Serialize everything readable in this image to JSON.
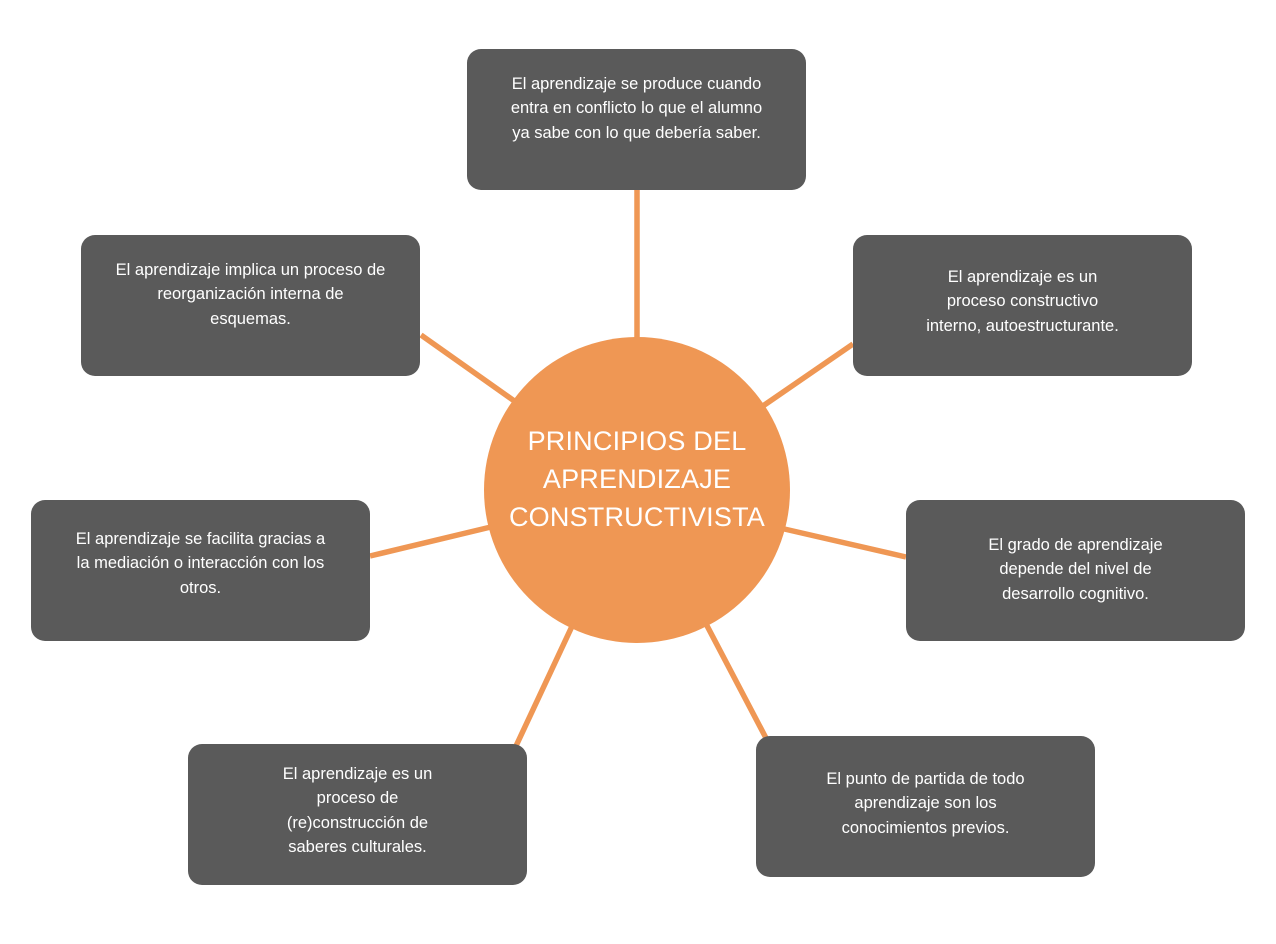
{
  "colors": {
    "background": "#ffffff",
    "hub_fill": "#ef9754",
    "connector": "#ef9754",
    "node_fill": "#5a5a5a",
    "text": "#ffffff"
  },
  "hub": {
    "title": "PRINCIPIOS DEL\nAPRENDIZAJE\nCONSTRUCTIVISTA"
  },
  "nodes": [
    {
      "id": "top",
      "text": "El aprendizaje se produce cuando\nentra en conflicto lo que el alumno\nya sabe con lo que debería saber."
    },
    {
      "id": "upper-left",
      "text": "El aprendizaje implica un proceso de\nreorganización interna de\nesquemas."
    },
    {
      "id": "upper-right",
      "text": "El aprendizaje es un\nproceso constructivo\ninterno, autoestructurante."
    },
    {
      "id": "left",
      "text": "El aprendizaje se facilita gracias a\nla mediación o interacción con los\notros."
    },
    {
      "id": "right",
      "text": "El grado de aprendizaje\ndepende del nivel de\ndesarrollo cognitivo."
    },
    {
      "id": "lower-left",
      "text": "El aprendizaje es un\nproceso de\n(re)construcción de\nsaberes culturales."
    },
    {
      "id": "lower-right",
      "text": "El punto de partida de todo\naprendizaje son los\nconocimientos previos."
    }
  ]
}
